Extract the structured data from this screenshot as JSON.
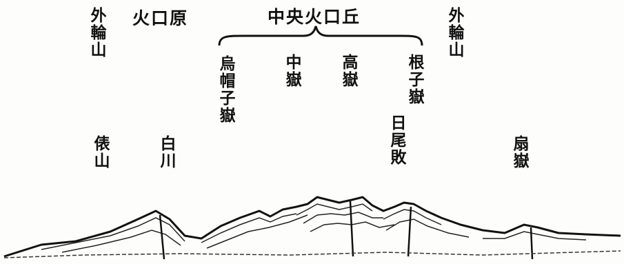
{
  "labels": {
    "central_cone_group": "中央火口丘",
    "caldera_floor": "火口原",
    "somma_left": "外輪山",
    "somma_right": "外輪山",
    "eboshi": "烏帽子嶽",
    "naka": "中嶽",
    "taka": "高嶽",
    "neko": "根子嶽",
    "tawarayama": "俵山",
    "shirakawa": "白川",
    "hinoo": "日尾敗",
    "ogi": "扇嶽"
  },
  "colors": {
    "ink": "#111111",
    "paper": "#fdfdfb"
  }
}
